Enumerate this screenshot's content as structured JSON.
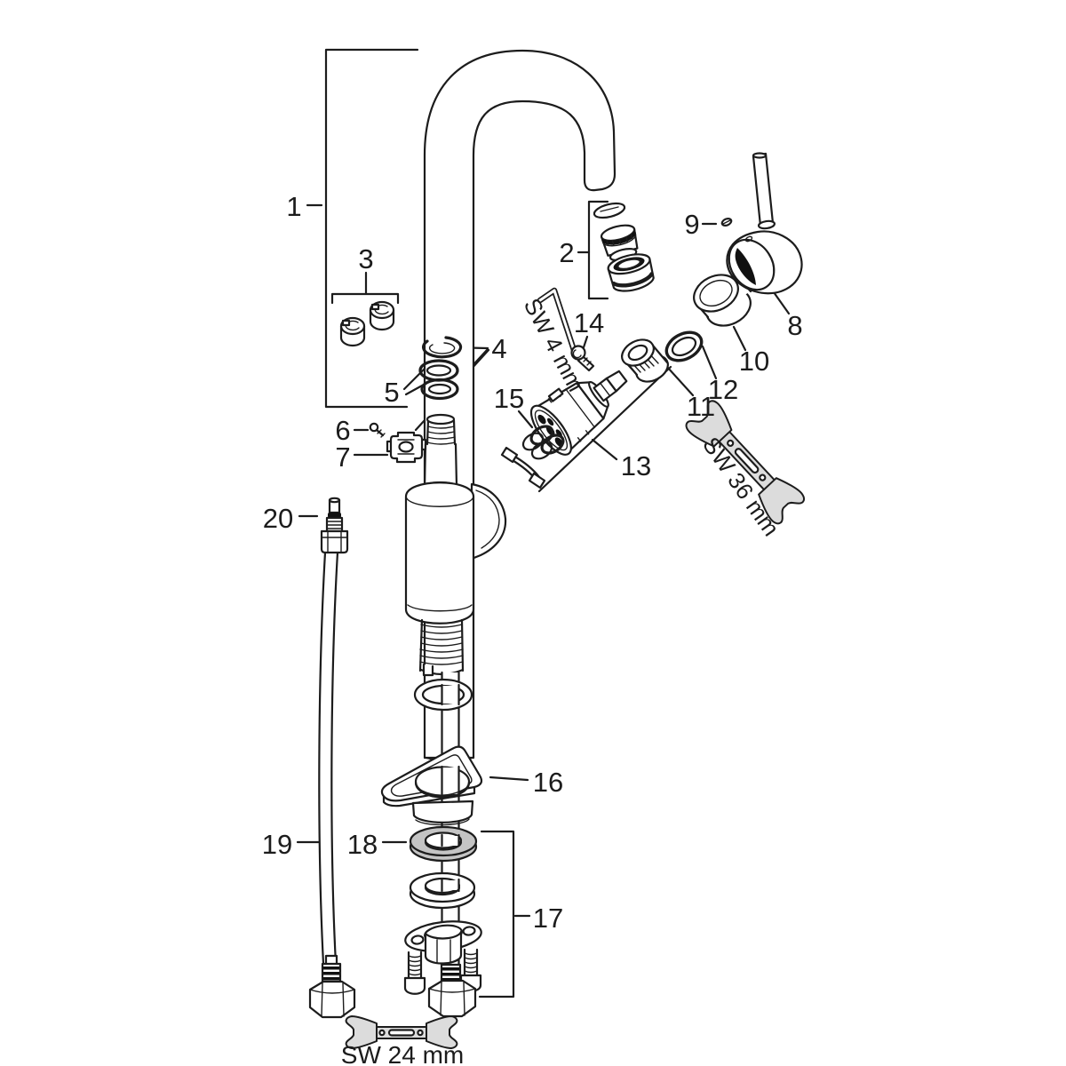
{
  "parts": [
    {
      "number": "1"
    },
    {
      "number": "2"
    },
    {
      "number": "3"
    },
    {
      "number": "4"
    },
    {
      "number": "5"
    },
    {
      "number": "6"
    },
    {
      "number": "7"
    },
    {
      "number": "8"
    },
    {
      "number": "9"
    },
    {
      "number": "10"
    },
    {
      "number": "11"
    },
    {
      "number": "12"
    },
    {
      "number": "13"
    },
    {
      "number": "14"
    },
    {
      "number": "15"
    },
    {
      "number": "16"
    },
    {
      "number": "17"
    },
    {
      "number": "18"
    },
    {
      "number": "19"
    },
    {
      "number": "20"
    }
  ],
  "tools": {
    "hex_key_label": "SW 4 mm",
    "large_wrench_label": "SW 36 mm",
    "small_wrench_label": "SW 24 mm"
  },
  "colors": {
    "line": "#1c1c1c",
    "washer_fill": "#c4c4c4",
    "tool_fill": "#dcdcdc",
    "dark_fill": "#111111",
    "background": "#ffffff"
  }
}
